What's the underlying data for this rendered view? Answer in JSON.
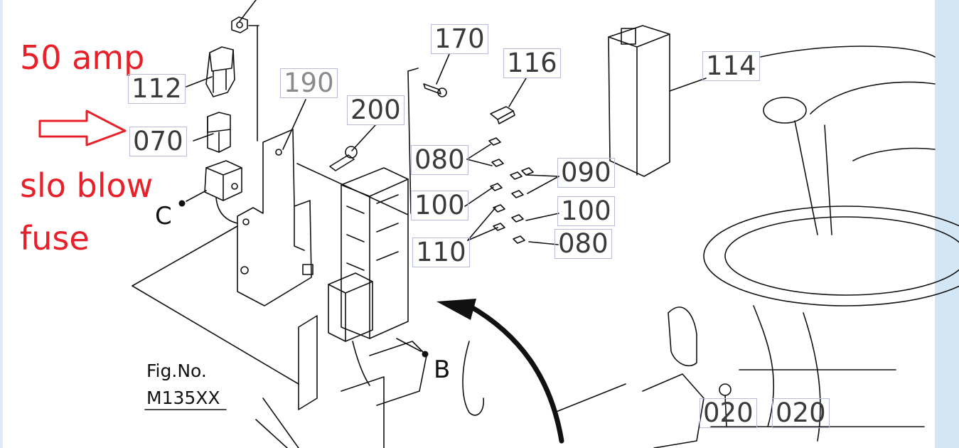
{
  "annotations": {
    "note_amp": "50 amp",
    "note_slo_blow": "slo blow",
    "note_fuse": "fuse",
    "arrow_color": "#e8202a"
  },
  "callouts": [
    {
      "id": "c112",
      "text": "112"
    },
    {
      "id": "c070",
      "text": "070"
    },
    {
      "id": "c190",
      "text": "190"
    },
    {
      "id": "c200",
      "text": "200"
    },
    {
      "id": "c170",
      "text": "170"
    },
    {
      "id": "c116",
      "text": "116"
    },
    {
      "id": "c114",
      "text": "114"
    },
    {
      "id": "c080a",
      "text": "080"
    },
    {
      "id": "c090",
      "text": "090"
    },
    {
      "id": "c100a",
      "text": "100"
    },
    {
      "id": "c100b",
      "text": "100"
    },
    {
      "id": "c110",
      "text": "110"
    },
    {
      "id": "c080b",
      "text": "080"
    },
    {
      "id": "c020a",
      "text": "020"
    },
    {
      "id": "c020b",
      "text": "020"
    }
  ],
  "points": {
    "c": "C",
    "b": "B"
  },
  "figure": {
    "label": "Fig.No.",
    "number": "M135XX"
  }
}
